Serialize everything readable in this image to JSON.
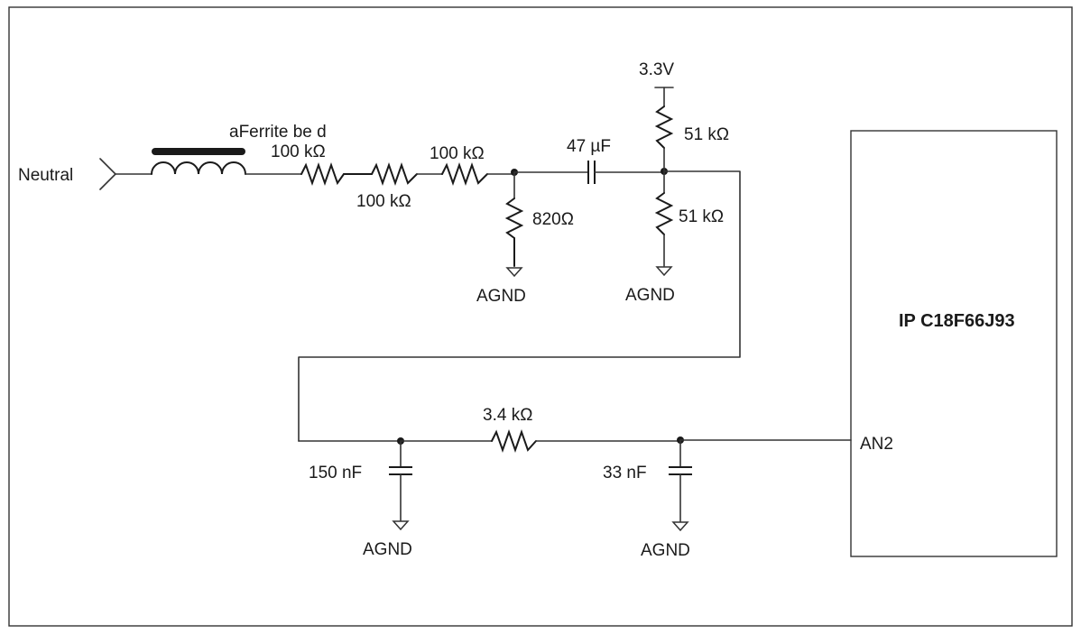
{
  "labels": {
    "neutral": "Neutral",
    "ferrite": "aFerrite be d",
    "r1": "100 kΩ",
    "r2": "100 kΩ",
    "r3": "100 kΩ",
    "r820": "820Ω",
    "c47": "47 µF",
    "vcc": "3.3V",
    "r51_top": "51 kΩ",
    "r51_bot": "51 kΩ",
    "agnd_1": "AGND",
    "agnd_2": "AGND",
    "agnd_3": "AGND",
    "agnd_4": "AGND",
    "r34": "3.4 kΩ",
    "c150": "150 nF",
    "c33": "33 nF",
    "chip": "IP C18F66J93",
    "pin_an2": "AN2"
  }
}
